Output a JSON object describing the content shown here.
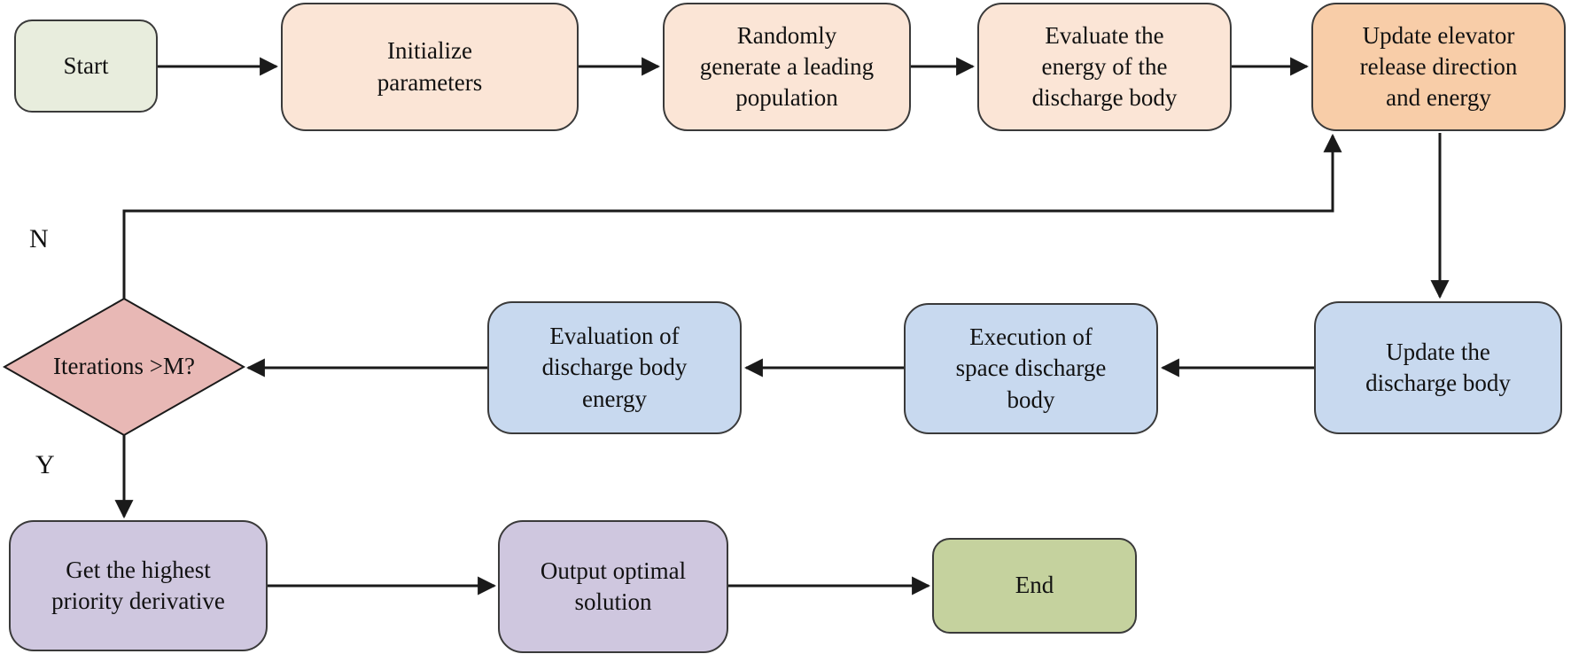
{
  "colors": {
    "background": "#ffffff",
    "line": "#1a1a1a",
    "start_green": "#e8eddd",
    "peach": "#fbe5d6",
    "orange": "#f8cda8",
    "blue": "#c8d9ef",
    "pink": "#e8b8b5",
    "purple": "#cfc7df",
    "end_green": "#c5d29e"
  },
  "nodes": {
    "start": {
      "label": "Start"
    },
    "initialize": {
      "label": "Initialize\nparameters"
    },
    "random_population": {
      "label": "Randomly\ngenerate a leading\npopulation"
    },
    "evaluate_energy": {
      "label": "Evaluate the\nenergy of the\ndischarge body"
    },
    "update_elevator": {
      "label": "Update elevator\nrelease direction\nand energy"
    },
    "update_discharge": {
      "label": "Update the\ndischarge body"
    },
    "execute_discharge": {
      "label": "Execution of\nspace discharge\nbody"
    },
    "evaluate_discharge": {
      "label": "Evaluation of\ndischarge body\nenergy"
    },
    "decision": {
      "label": "Iterations >M?"
    },
    "get_derivative": {
      "label": "Get the highest\npriority derivative"
    },
    "output_solution": {
      "label": "Output optimal\nsolution"
    },
    "end": {
      "label": "End"
    }
  },
  "branch_labels": {
    "no": "N",
    "yes": "Y"
  }
}
